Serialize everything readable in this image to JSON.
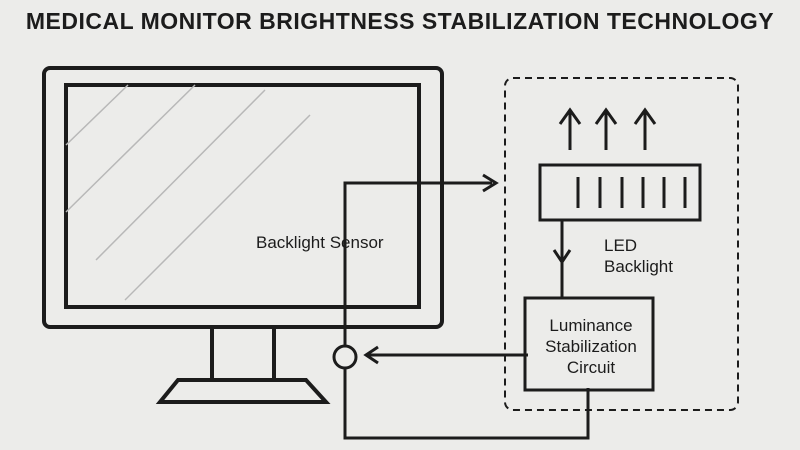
{
  "title": "MEDICAL MONITOR BRIGHTNESS STABILIZATION TECHNOLOGY",
  "labels": {
    "backlight_sensor": "Backlight Sensor",
    "led_line1": "LED",
    "led_line2": "Backlight",
    "circuit_line1": "Luminance",
    "circuit_line2": "Stabilization",
    "circuit_line3": "Circuit"
  },
  "colors": {
    "background": "#ececea",
    "stroke": "#1c1c1c",
    "screen_glare": "#b8b8b8"
  }
}
